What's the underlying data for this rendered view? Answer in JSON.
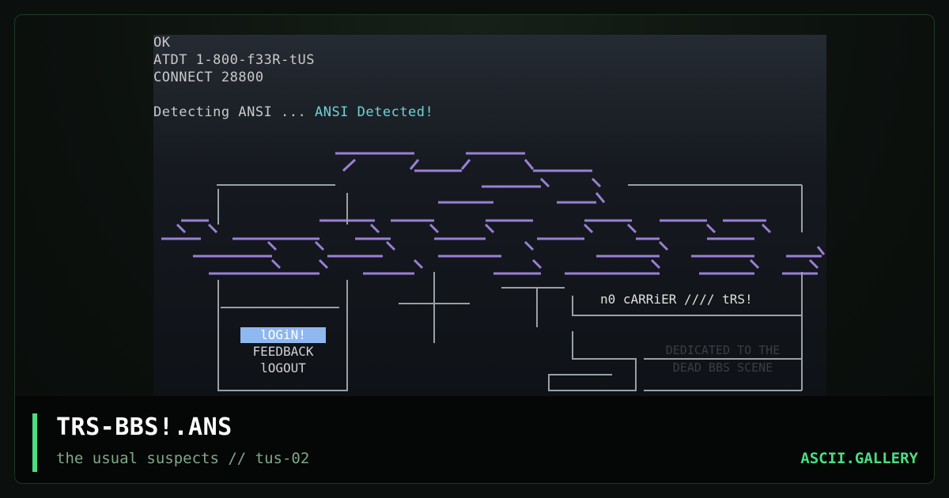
{
  "terminal": {
    "lines": [
      "OK",
      "ATDT 1-800-f33R-tUS",
      "CONNECT 28800",
      "",
      "Detecting ANSI ... "
    ],
    "ansi_detected": "ANSI Detected!",
    "menu": {
      "items": [
        "lOGiN!",
        "FEEDBACK",
        "lOGOUT"
      ],
      "selected_index": 0
    },
    "carrier_text": "n0 cARRiER //// tRS!",
    "dedication_lines": [
      "DEDICATED TO THE",
      "DEAD BBS SCENE"
    ]
  },
  "art_colors": {
    "purple": "#9a7fd6",
    "gray": "#9aa0a8",
    "text": "#c9c9c9",
    "cyan": "#6fd2d6",
    "selection": "#8fb7f0"
  },
  "footer": {
    "title": "TRS-BBS!.ANS",
    "subtitle": "the usual suspects // tus-02",
    "brand": "ASCII.GALLERY",
    "accent_color": "#4ade80"
  }
}
